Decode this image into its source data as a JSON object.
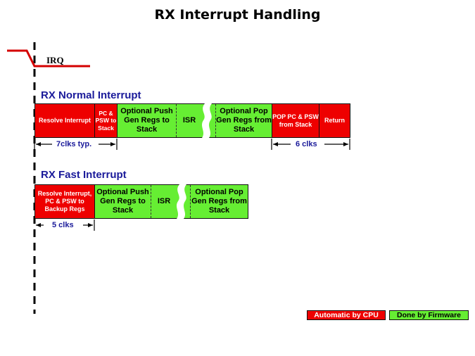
{
  "title": "RX Interrupt Handling",
  "irq_label": "IRQ",
  "colors": {
    "cpu_red": "#ee0000",
    "firmware_green": "#66ee33",
    "heading_blue": "#1a1a9a"
  },
  "normal": {
    "heading": "RX Normal Interrupt",
    "segments": [
      {
        "label": "Resolve Interrupt",
        "type": "cpu"
      },
      {
        "label": "PC & PSW to Stack",
        "type": "cpu"
      },
      {
        "label": "Optional Push Gen Regs to Stack",
        "type": "firmware"
      },
      {
        "label": "ISR",
        "type": "firmware"
      },
      {
        "label": "Optional Pop Gen Regs from Stack",
        "type": "firmware"
      },
      {
        "label": "POP PC & PSW from Stack",
        "type": "cpu"
      },
      {
        "label": "Return",
        "type": "cpu"
      }
    ],
    "entry_timing": "7clks typ.",
    "exit_timing": "6 clks"
  },
  "fast": {
    "heading": "RX Fast Interrupt",
    "segments": [
      {
        "label": "Resolve Interrupt, PC & PSW to Backup Regs",
        "type": "cpu"
      },
      {
        "label": "Optional Push Gen Regs to Stack",
        "type": "firmware"
      },
      {
        "label": "ISR",
        "type": "firmware"
      },
      {
        "label": "Optional Pop Gen Regs from Stack",
        "type": "firmware"
      }
    ],
    "entry_timing": "5 clks"
  },
  "legend": {
    "cpu": "Automatic by CPU",
    "firmware": "Done by Firmware"
  }
}
